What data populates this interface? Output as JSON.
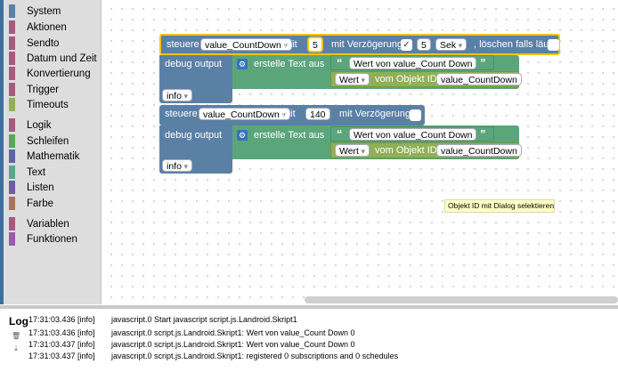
{
  "toolbox": {
    "categories": [
      {
        "label": "System",
        "color": "#5b80a5"
      },
      {
        "label": "Aktionen",
        "color": "#a55b80"
      },
      {
        "label": "Sendto",
        "color": "#a55b80"
      },
      {
        "label": "Datum und Zeit",
        "color": "#a55b80"
      },
      {
        "label": "Konvertierung",
        "color": "#a55b80"
      },
      {
        "label": "Trigger",
        "color": "#a55b80"
      },
      {
        "label": "Timeouts",
        "color": "#8fb056"
      },
      {
        "label": "Logik",
        "color": "#a55b80"
      },
      {
        "label": "Schleifen",
        "color": "#5ba55b"
      },
      {
        "label": "Mathematik",
        "color": "#5b67a5"
      },
      {
        "label": "Text",
        "color": "#5ba58c"
      },
      {
        "label": "Listen",
        "color": "#745ba5"
      },
      {
        "label": "Farbe",
        "color": "#a5745b"
      },
      {
        "label": "Variablen",
        "color": "#a55b80"
      },
      {
        "label": "Funktionen",
        "color": "#995ba5"
      }
    ]
  },
  "blocks": {
    "block1": {
      "steuere": "steuere",
      "var": "value_CountDown",
      "mit": "mit",
      "value": "5",
      "delay_label": "mit Verzögerung",
      "delay_checked": "✓",
      "delay_value": "5",
      "unit": "Sek",
      "clear_label": ", löschen falls läuft"
    },
    "debug1": {
      "label": "debug output",
      "create_text": "erstelle Text aus",
      "text": "Wert von value_Count Down",
      "wert": "Wert",
      "obj_label": "vom Objekt ID",
      "obj_id": "value_CountDown",
      "level": "info"
    },
    "block2": {
      "steuere": "steuere",
      "var": "value_CountDown",
      "mit": "mit",
      "value": "140",
      "delay_label": "mit Verzögerung"
    },
    "debug2": {
      "label": "debug output",
      "create_text": "erstelle Text aus",
      "text": "Wert von value_Count Down",
      "wert": "Wert",
      "obj_label": "vom Objekt ID",
      "obj_id": "value_CountDown",
      "level": "info"
    },
    "quote_open": "“",
    "quote_close": "”"
  },
  "tooltip": "Objekt ID mit Dialog selektieren",
  "log": {
    "title": "Log",
    "icons": [
      "trash-icon",
      "download-icon"
    ],
    "rows": [
      {
        "time": "17:31:03.436 [info]",
        "msg": "javascript.0 Start javascript script.js.Landroid.Skript1"
      },
      {
        "time": "17:31:03.436 [info]",
        "msg": "javascript.0 script.js.Landroid.Skript1: Wert von value_Count Down 0"
      },
      {
        "time": "17:31:03.437 [info]",
        "msg": "javascript.0 script.js.Landroid.Skript1: Wert von value_Count Down 0"
      },
      {
        "time": "17:31:03.437 [info]",
        "msg": "javascript.0 script.js.Landroid.Skript1: registered 0 subscriptions and 0 schedules"
      }
    ]
  }
}
